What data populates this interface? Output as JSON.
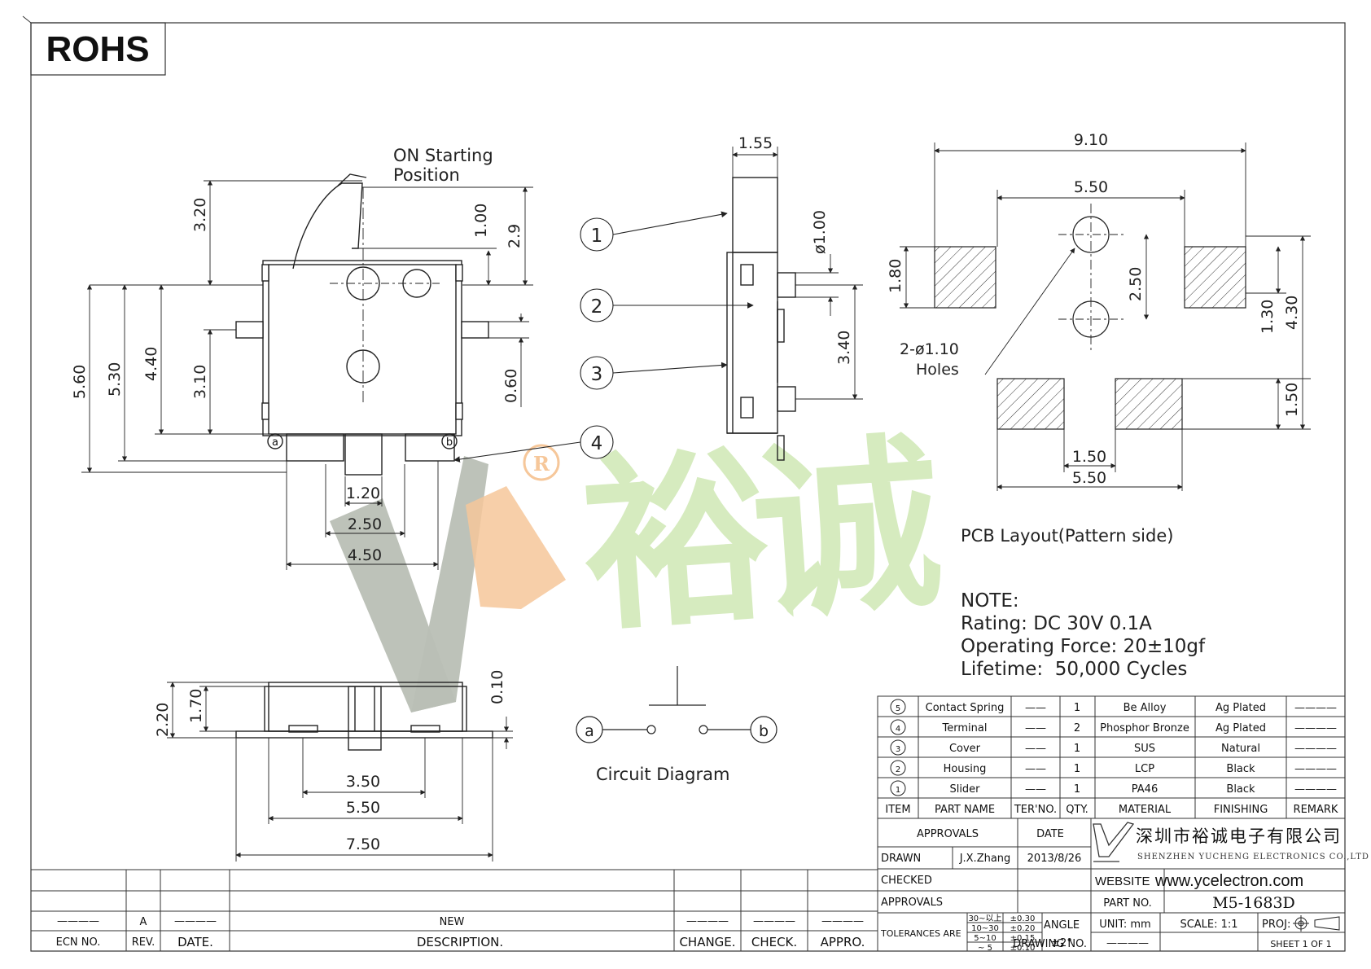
{
  "rohs": "ROHS",
  "labels": {
    "on_starting": "ON Starting",
    "position": "Position",
    "holes_qty": "2-ø1.10",
    "holes": "Holes",
    "pcb_layout": "PCB Layout(Pattern side)",
    "circuit": "Circuit Diagram",
    "term_a": "a",
    "term_b": "b"
  },
  "callouts": [
    "1",
    "2",
    "3",
    "4"
  ],
  "dimensions": {
    "front": {
      "d320": "3.20",
      "d100": "1.00",
      "d29": "2.9",
      "d560": "5.60",
      "d530": "5.30",
      "d440": "4.40",
      "d310": "3.10",
      "d060": "0.60",
      "d120": "1.20",
      "d250": "2.50",
      "d450": "4.50"
    },
    "side": {
      "d155": "1.55",
      "dia100": "ø1.00",
      "d340": "3.40"
    },
    "pcb": {
      "d910": "9.10",
      "d550t": "5.50",
      "d180": "1.80",
      "d250": "2.50",
      "d130": "1.30",
      "d430": "4.30",
      "d150r": "1.50",
      "d150b": "1.50",
      "d550b": "5.50"
    },
    "bottom": {
      "d220": "2.20",
      "d170": "1.70",
      "d010": "0.10",
      "d350": "3.50",
      "d550": "5.50",
      "d750": "7.50"
    }
  },
  "note": {
    "title": "NOTE:",
    "rating": "Rating: DC 30V 0.1A",
    "force": "Operating Force: 20±10gf",
    "lifetime": "Lifetime:  50,000 Cycles"
  },
  "bom": {
    "headers": [
      "ITEM",
      "PART NAME",
      "TER'NO.",
      "QTY.",
      "MATERIAL",
      "FINISHING",
      "REMARK"
    ],
    "rows": [
      {
        "item": "5",
        "name": "Contact Spring",
        "ter": "——",
        "qty": "1",
        "material": "Be Alloy",
        "finishing": "Ag Plated",
        "remark": "————"
      },
      {
        "item": "4",
        "name": "Terminal",
        "ter": "——",
        "qty": "2",
        "material": "Phosphor Bronze",
        "finishing": "Ag Plated",
        "remark": "————"
      },
      {
        "item": "3",
        "name": "Cover",
        "ter": "——",
        "qty": "1",
        "material": "SUS",
        "finishing": "Natural",
        "remark": "————"
      },
      {
        "item": "2",
        "name": "Housing",
        "ter": "——",
        "qty": "1",
        "material": "LCP",
        "finishing": "Black",
        "remark": "————"
      },
      {
        "item": "1",
        "name": "Slider",
        "ter": "——",
        "qty": "1",
        "material": "PA46",
        "finishing": "Black",
        "remark": "————"
      }
    ]
  },
  "title_block": {
    "approvals_hdr": "APPROVALS",
    "date_hdr": "DATE",
    "drawn_lbl": "DRAWN",
    "drawn_by": "J.X.Zhang",
    "drawn_date": "2013/8/26",
    "checked_lbl": "CHECKED",
    "approvals_lbl": "APPROVALS",
    "company_cn": "深圳市裕诚电子有限公司",
    "company_en": "SHENZHEN YUCHENG ELECTRONICS CO.,LTD",
    "website_lbl": "WEBSITE",
    "website": "www.ycelectron.com",
    "part_no_lbl": "PART NO.",
    "part_no": "M5-1683D",
    "tolerances_lbl": "TOLERANCES ARE",
    "tol_ranges": [
      "30~以上",
      "10~30",
      "5~10",
      "~ 5"
    ],
    "tol_values": [
      "±0.30",
      "±0.20",
      "±0.15",
      "±0.10"
    ],
    "angle_lbl": "ANGLE",
    "angle_val": "±2°",
    "unit": "UNIT: mm",
    "scale": "SCALE:  1:1",
    "proj": "PROJ:",
    "drawing_no_lbl": "DRAWING NO.",
    "drawing_no": "————",
    "sheet": "SHEET  1 OF 1"
  },
  "revision": {
    "ecn_val": "————",
    "rev_val": "A",
    "date_val": "————",
    "desc_val": "NEW",
    "change_val": "————",
    "check_val": "————",
    "appro_val": "————",
    "ecn_hdr": "ECN NO.",
    "rev_hdr": "REV.",
    "date_hdr": "DATE.",
    "desc_hdr": "DESCRIPTION.",
    "change_hdr": "CHANGE.",
    "check_hdr": "CHECK.",
    "appro_hdr": "APPRO."
  },
  "watermark": {
    "text": "裕诚",
    "registered": "R",
    "colors": {
      "gray": "#b9bfb5",
      "orange": "#f6c79a",
      "green": "#cfe8b5"
    }
  }
}
